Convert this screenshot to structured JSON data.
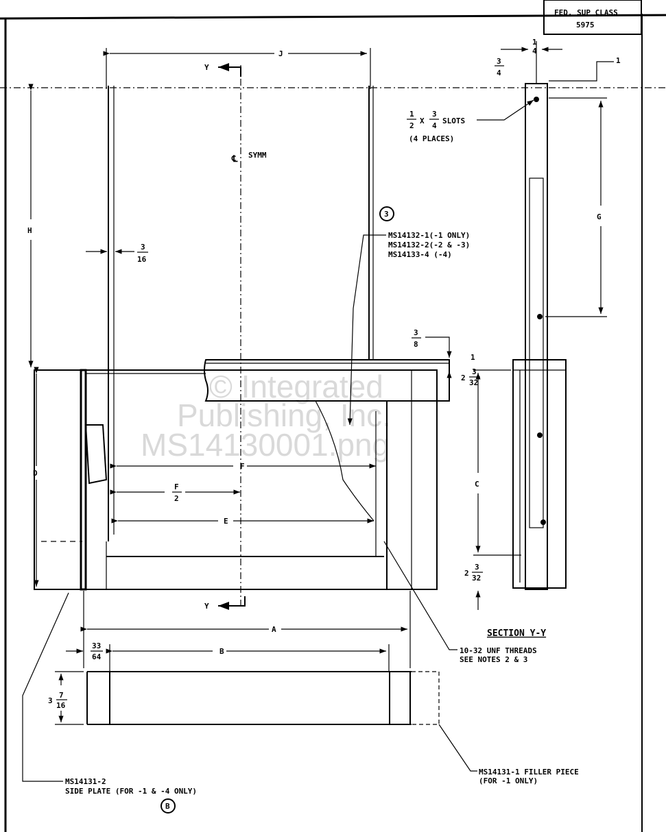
{
  "title_block": {
    "line1": "FED. SUP CLASS",
    "line2": "5975"
  },
  "watermark": {
    "line1": "© Integrated",
    "line2": "Publishing, Inc.",
    "line3": "MS14130001.png"
  },
  "dimensions": {
    "J": "J",
    "H": "H",
    "D": "D",
    "F": "F",
    "F_half_num": "F",
    "F_half_den": "2",
    "E": "E",
    "A": "A",
    "B": "B",
    "C": "C",
    "G": "G",
    "three_sixteenths_num": "3",
    "three_sixteenths_den": "16",
    "thirtythree_64_num": "33",
    "thirtythree_64_den": "64",
    "three_7_16_whole": "3",
    "three_7_16_num": "7",
    "three_7_16_den": "16",
    "three_eighths_num": "3",
    "three_eighths_den": "8",
    "two_3_32_whole": "2",
    "two_3_32_num": "3",
    "two_3_32_den": "32",
    "two_3_32b_whole": "2",
    "two_3_32b_num": "3",
    "two_3_32b_den": "32",
    "quarter_top_num": "1",
    "quarter_top_den": "4",
    "three_quarter_num": "3",
    "three_quarter_den": "4",
    "one": "1"
  },
  "section_marks": {
    "top": "Y",
    "bottom": "Y"
  },
  "centerline": {
    "symbol": "℄",
    "label": "SYMM"
  },
  "callouts": {
    "slots_a": "1",
    "slots_a_den": "2",
    "slots_x": "X",
    "slots_b": "3",
    "slots_b_den": "4",
    "slots_label": "SLOTS",
    "slots_places": "(4 PLACES)",
    "part_3_circle": "3",
    "ms14132_1": "MS14132-1(-1 ONLY)",
    "ms14132_2": "MS14132-2(-2 & -3)",
    "ms14133_4": "MS14133-4 (-4)",
    "thread_1": "10-32 UNF THREADS",
    "thread_2": "SEE NOTES 2 & 3",
    "filler_1": "MS14131-1 FILLER PIECE",
    "filler_2": "(FOR -1 ONLY)",
    "side_1": "MS14131-2",
    "side_2": "SIDE PLATE (FOR -1 & -4 ONLY)",
    "part_b_circle": "B",
    "section_title": "SECTION Y-Y"
  }
}
